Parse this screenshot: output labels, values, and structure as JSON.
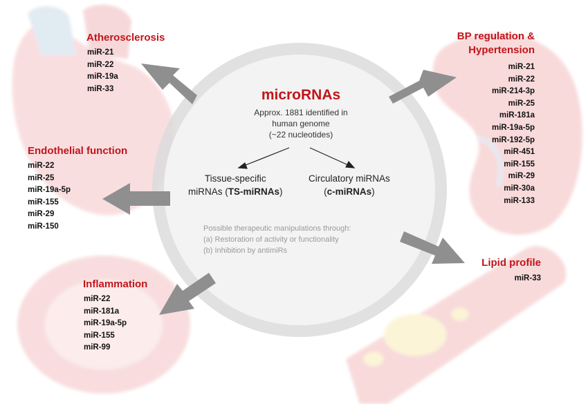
{
  "center": {
    "title": "microRNAs",
    "subtitle_lines": [
      "Approx. 1881 identified in",
      "human genome",
      "(~22 nucleotides)"
    ],
    "left_branch": {
      "line1": "Tissue-specific",
      "line2_prefix": "miRNAs (",
      "line2_bold": "TS-miRNAs",
      "line2_suffix": ")"
    },
    "right_branch": {
      "line1": "Circulatory miRNAs",
      "line2_prefix": "(",
      "line2_bold": "c-miRNAs",
      "line2_suffix": ")"
    },
    "therapy": {
      "heading": "Possible therapeutic manipulations through:",
      "items": [
        "(a)  Restoration of activity or functionality",
        "(b)  Inhibition by antimiRs"
      ]
    }
  },
  "groups": {
    "atherosclerosis": {
      "title": "Atherosclerosis",
      "mirs": [
        "miR-21",
        "miR-22",
        "miR-19a",
        "miR-33"
      ]
    },
    "endothelial": {
      "title": "Endothelial  function",
      "mirs": [
        "miR-22",
        "miR-25",
        "miR-19a-5p",
        "miR-155",
        "miR-29",
        "miR-150"
      ]
    },
    "inflammation": {
      "title": "Inflammation",
      "mirs": [
        "miR-22",
        "miR-181a",
        "miR-19a-5p",
        "miR-155",
        "miR-99"
      ]
    },
    "bp": {
      "title_line1": "BP regulation  &",
      "title_line2": "Hypertension",
      "mirs": [
        "miR-21",
        "miR-22",
        "miR-214-3p",
        "miR-25",
        "miR-181a",
        "miR-19a-5p",
        "miR-192-5p",
        "miR-451",
        "miR-155",
        "miR-29",
        "miR-30a",
        "miR-133"
      ]
    },
    "lipid": {
      "title": "Lipid profile",
      "mirs": [
        "miR-33"
      ]
    }
  },
  "colors": {
    "title_red": "#c0151b",
    "arrow_gray": "#8f8f8f",
    "circle_outer": "#dcdcdc",
    "circle_inner": "#f2f2f2"
  }
}
